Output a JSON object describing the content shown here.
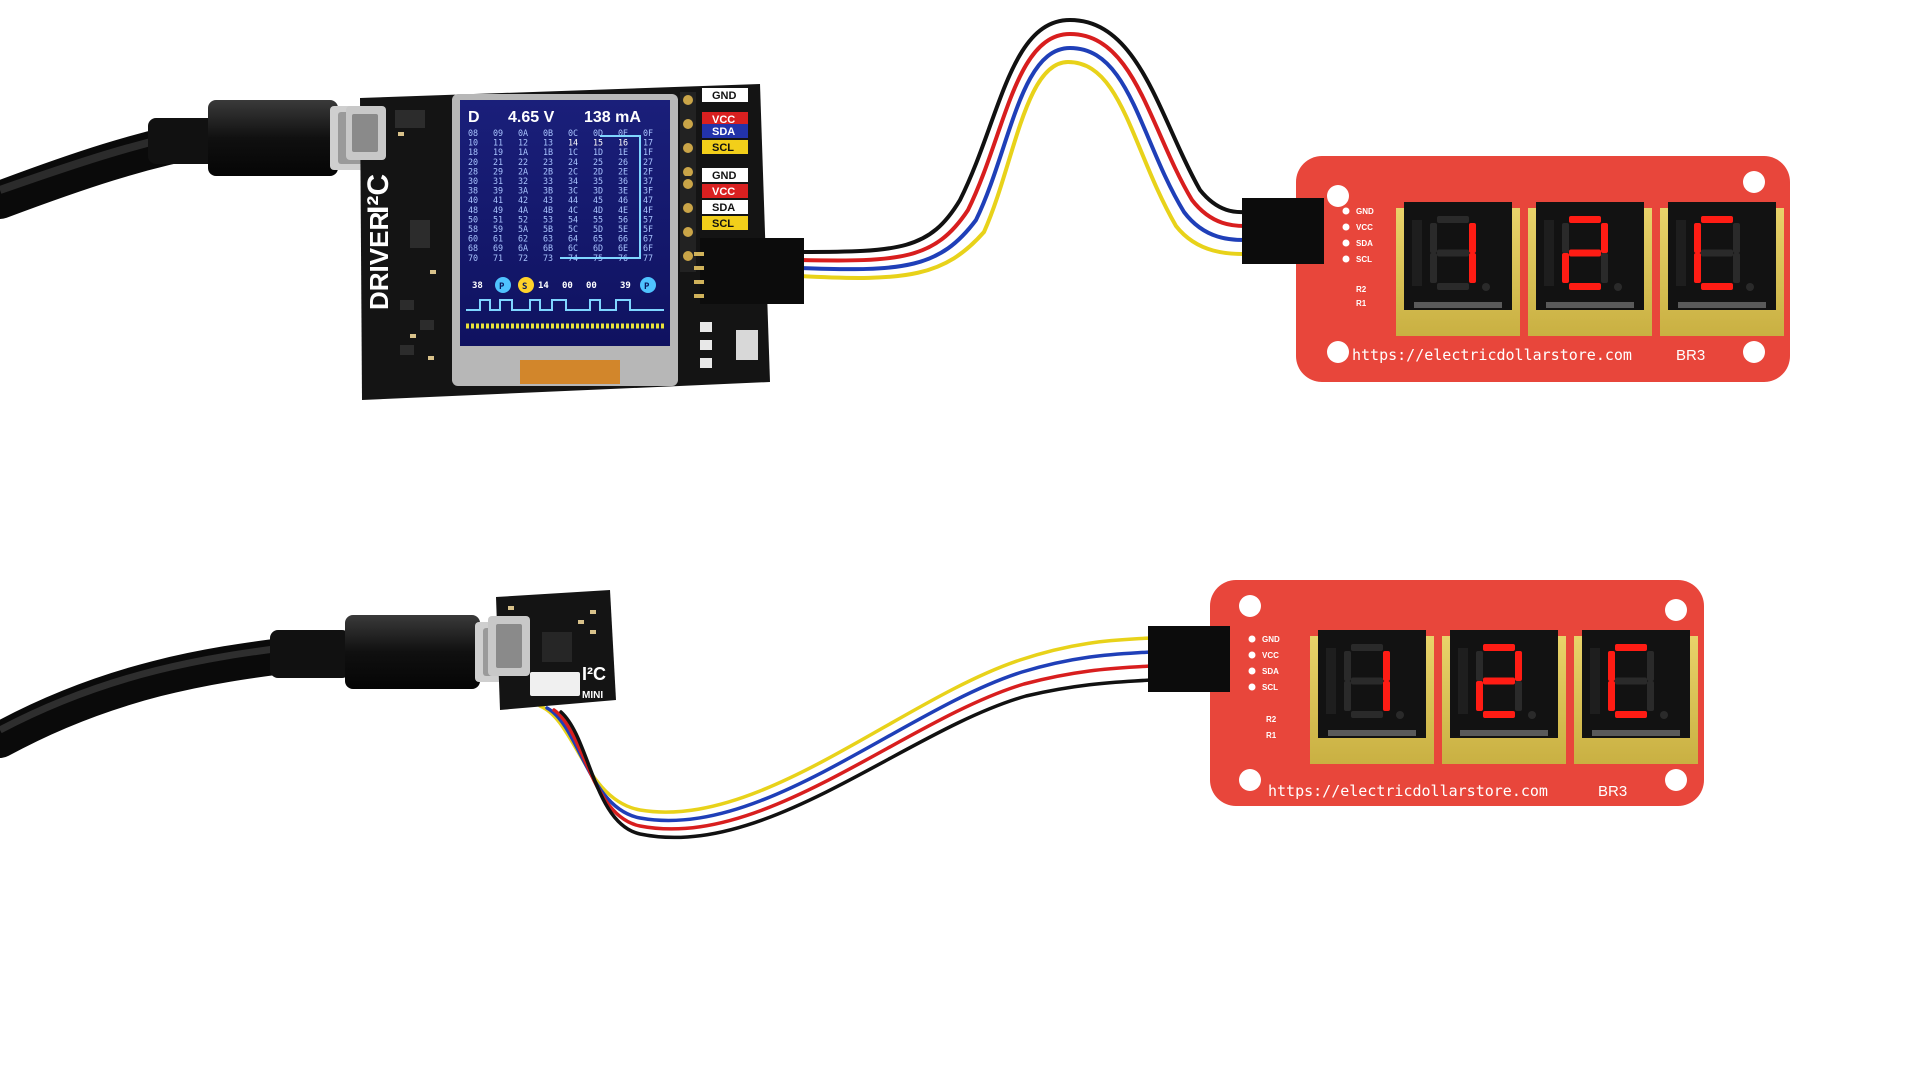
{
  "driver": {
    "screen": {
      "mode": "D",
      "voltage": "4.65 V",
      "current": "138 mA",
      "grid": [
        [
          "08",
          "09",
          "0A",
          "0B",
          "0C",
          "0D",
          "0E",
          "0F"
        ],
        [
          "10",
          "11",
          "12",
          "13",
          "14",
          "15",
          "16",
          "17"
        ],
        [
          "18",
          "19",
          "1A",
          "1B",
          "1C",
          "1D",
          "1E",
          "1F"
        ],
        [
          "20",
          "21",
          "22",
          "23",
          "24",
          "25",
          "26",
          "27"
        ],
        [
          "28",
          "29",
          "2A",
          "2B",
          "2C",
          "2D",
          "2E",
          "2F"
        ],
        [
          "30",
          "31",
          "32",
          "33",
          "34",
          "35",
          "36",
          "37"
        ],
        [
          "38",
          "39",
          "3A",
          "3B",
          "3C",
          "3D",
          "3E",
          "3F"
        ],
        [
          "40",
          "41",
          "42",
          "43",
          "44",
          "45",
          "46",
          "47"
        ],
        [
          "48",
          "49",
          "4A",
          "4B",
          "4C",
          "4D",
          "4E",
          "4F"
        ],
        [
          "50",
          "51",
          "52",
          "53",
          "54",
          "55",
          "56",
          "57"
        ],
        [
          "58",
          "59",
          "5A",
          "5B",
          "5C",
          "5D",
          "5E",
          "5F"
        ],
        [
          "60",
          "61",
          "62",
          "63",
          "64",
          "65",
          "66",
          "67"
        ],
        [
          "68",
          "69",
          "6A",
          "6B",
          "6C",
          "6D",
          "6E",
          "6F"
        ],
        [
          "70",
          "71",
          "72",
          "73",
          "74",
          "75",
          "76",
          "77"
        ]
      ],
      "trace": {
        "t1": "38",
        "p1": "P",
        "s": "S",
        "t2": "14",
        "t3": "00",
        "t4": "00",
        "t5": "39",
        "p2": "P"
      }
    },
    "pin_labels_top": [
      "GND",
      "VCC",
      "SDA",
      "SCL"
    ],
    "pin_labels_bottom": [
      "GND",
      "VCC",
      "SDA",
      "SCL"
    ],
    "brand_main": "DRIVER",
    "brand_i2c": "I²C"
  },
  "mini": {
    "brand_i2c": "I²C",
    "brand_mini": "MINI"
  },
  "boards": [
    {
      "url": "https://electricdollarstore.com",
      "model": "BR3",
      "pins": [
        "GND",
        "VCC",
        "SDA",
        "SCL"
      ],
      "resistors": [
        "R2",
        "R1"
      ],
      "digits": [
        "1",
        "2",
        "C"
      ]
    },
    {
      "url": "https://electricdollarstore.com",
      "model": "BR3",
      "pins": [
        "GND",
        "VCC",
        "SDA",
        "SCL"
      ],
      "resistors": [
        "R2",
        "R1"
      ],
      "digits": [
        "1",
        "2",
        "C"
      ]
    }
  ],
  "colors": {
    "pcb_red": "#e8463b",
    "pcb_black": "#141414",
    "segment_on": "#ff1c14",
    "segment_off": "#2a2a2a",
    "wire_black": "#111111",
    "wire_red": "#d81e1e",
    "wire_blue": "#1f3fb8",
    "wire_yellow": "#e8d21a"
  }
}
